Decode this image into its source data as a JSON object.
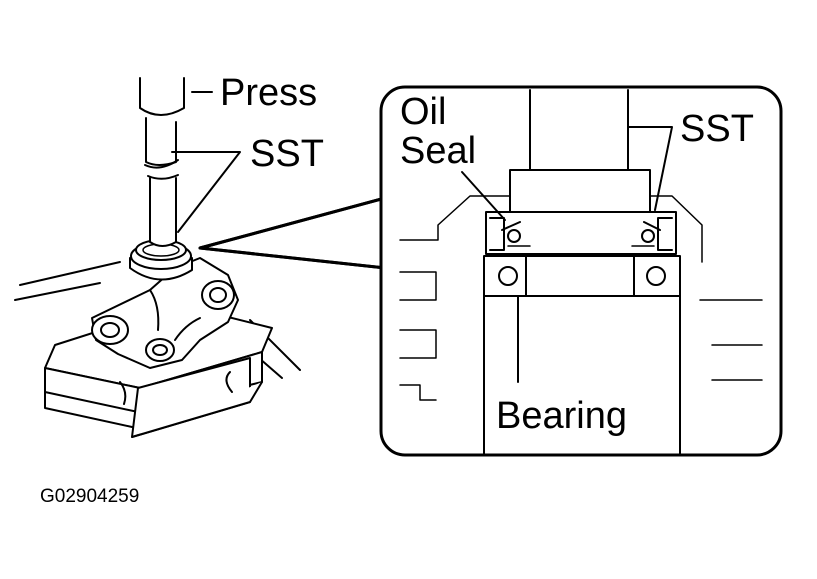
{
  "labels": {
    "press": "Press",
    "sst_left": "SST",
    "oil": "Oil",
    "seal": "Seal",
    "sst_right": "SST",
    "bearing": "Bearing"
  },
  "figure_code": "G02904259"
}
